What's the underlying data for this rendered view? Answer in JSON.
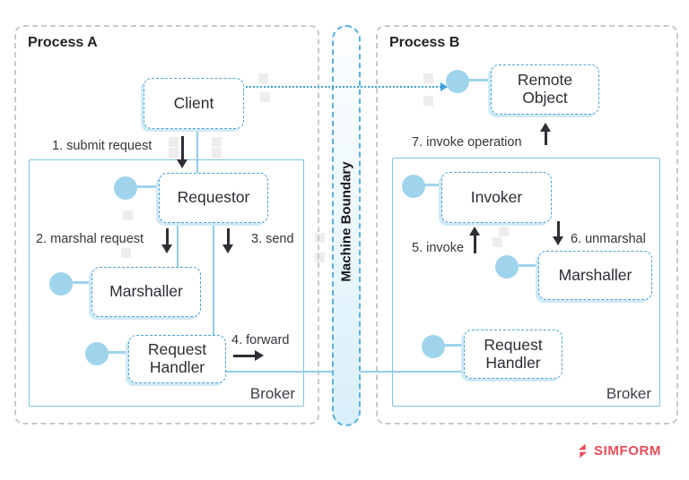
{
  "diagram": {
    "process_a": "Process A",
    "process_b": "Process B",
    "machine_boundary": "Machine Boundary",
    "broker": "Broker",
    "nodes": {
      "client": "Client",
      "requestor": "Requestor",
      "marshaller_a": "Marshaller",
      "request_handler_a": "Request Handler",
      "remote_object": "Remote Object",
      "invoker": "Invoker",
      "marshaller_b": "Marshaller",
      "request_handler_b": "Request Handler"
    },
    "steps": {
      "s1": "1. submit request",
      "s2": "2. marshal request",
      "s3": "3. send",
      "s4": "4. forward",
      "s5": "5. invoke",
      "s6": "6. unmarshal",
      "s7": "7. invoke operation"
    },
    "colors": {
      "node_border": "#4aa2da",
      "node_shadow": "#cfe9f7",
      "broker_border": "#7cc3ea",
      "circle_fill": "#9fd4ec",
      "connector": "#92cdec",
      "boundary_border": "#56b0e3",
      "process_border": "#c9c9c9",
      "arrow_black": "#2e2e35",
      "brand_red": "#ea4b58"
    }
  },
  "brand": {
    "name": "SIMFORM"
  }
}
